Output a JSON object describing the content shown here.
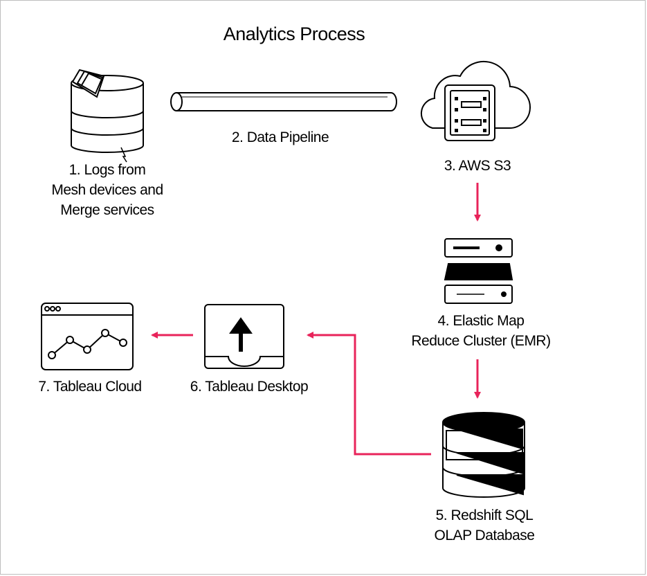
{
  "title": "Analytics Process",
  "accent_color": "#e8235a",
  "nodes": {
    "source": {
      "label": "1. Logs from\nMesh devices and\nMerge services",
      "icon": "database-icon"
    },
    "pipeline": {
      "label": "2. Data Pipeline",
      "icon": "pipe-icon"
    },
    "aws": {
      "label": "3. AWS S3",
      "icon": "cloud-storage-icon"
    },
    "emr": {
      "label": "4. Elastic Map\nReduce Cluster (EMR)",
      "icon": "server-rack-icon"
    },
    "redshift": {
      "label": "5. Redshift SQL\nOLAP Database",
      "icon": "database-icon"
    },
    "tableau_desktop": {
      "label": "6. Tableau Desktop",
      "icon": "upload-icon"
    },
    "tableau_cloud": {
      "label": "7. Tableau Cloud",
      "icon": "line-chart-icon"
    }
  }
}
